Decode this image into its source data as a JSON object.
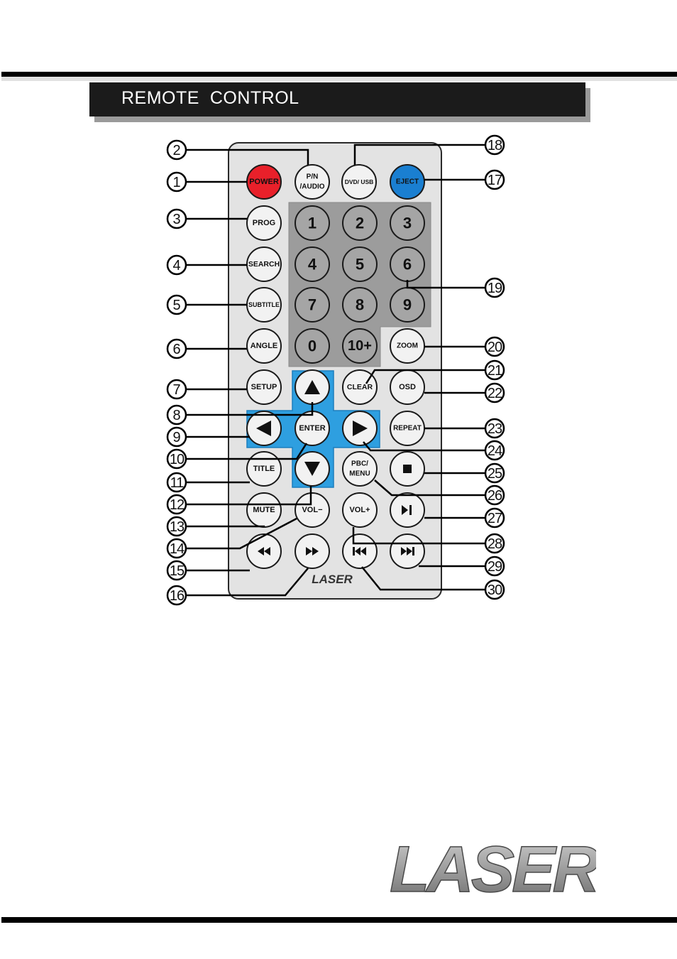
{
  "header": {
    "title": "REMOTE  CONTROL"
  },
  "colors": {
    "power": "#e8202a",
    "eject": "#1a7fd1",
    "dpad": "#2e9fe0",
    "remote_body": "#e3e3e3",
    "numpad_bg": "#9c9c9c",
    "button_face": "#f2f2f2",
    "number_button": "#a5a5a5"
  },
  "remote": {
    "buttons": {
      "power": "POWER",
      "pn_audio_line1": "P/N",
      "pn_audio_line2": "/AUDIO",
      "dvd_usb": "DVD/ USB",
      "eject": "EJECT",
      "prog": "PROG",
      "search": "SEARCH",
      "subtitle": "SUBTITLE",
      "angle": "ANGLE",
      "setup": "SETUP",
      "title": "TITLE",
      "mute": "MUTE",
      "enter": "ENTER",
      "vol_minus": "VOL−",
      "vol_plus": "VOL+",
      "zoom": "ZOOM",
      "clear": "CLEAR",
      "osd": "OSD",
      "repeat": "REPEAT",
      "pbc_menu_line1": "PBC/",
      "pbc_menu_line2": "MENU",
      "digits": [
        "1",
        "2",
        "3",
        "4",
        "5",
        "6",
        "7",
        "8",
        "9",
        "0",
        "10+"
      ]
    },
    "brand": "LASER",
    "callouts": [
      "1",
      "2",
      "3",
      "4",
      "5",
      "6",
      "7",
      "8",
      "9",
      "10",
      "11",
      "12",
      "13",
      "14",
      "15",
      "16",
      "17",
      "18",
      "19",
      "20",
      "21",
      "22",
      "23",
      "24",
      "25",
      "26",
      "27",
      "28",
      "29",
      "30"
    ]
  },
  "footer": {
    "logo_text": "LASER"
  }
}
